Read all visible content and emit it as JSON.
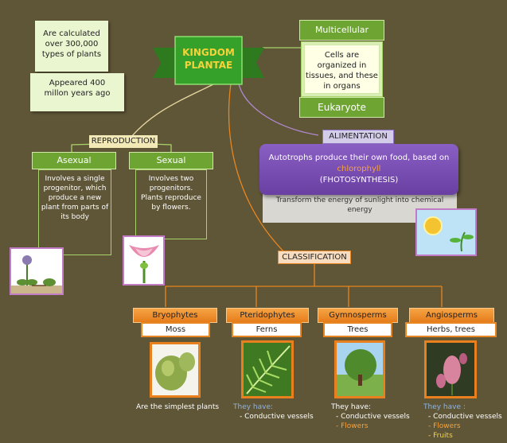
{
  "title": {
    "line1": "KINGDOM",
    "line2": "PLANTAE"
  },
  "notes": {
    "species": "Are calculated over 300,000 types of plants",
    "age": "Appeared 400 millon years ago"
  },
  "cells": {
    "multicellular": "Multicellular",
    "organization": "Cells are organized in tissues, and these in organs",
    "eukaryote": "Eukaryote"
  },
  "reproduction": {
    "label": "REPRODUCTION",
    "asexual": {
      "title": "Asexual",
      "text": "Involves a single progenitor, which produce a new plant from parts of its body"
    },
    "sexual": {
      "title": "Sexual",
      "text": "Involves two progenitors. Plants reproduce by flowers."
    }
  },
  "alimentation": {
    "label": "ALIMENTATION",
    "main_text": "Autotrophs produce their own food, based on",
    "highlight": "chlorophyll",
    "photosynthesis": "(FHOTOSYNTHESIS)",
    "sub_text": "Transform the energy of sunlight into chemical energy"
  },
  "classification": {
    "label": "CLASSIFICATION",
    "groups": [
      {
        "name": "Bryophytes",
        "example": "Moss",
        "desc": "Are the simplest plants",
        "have": "",
        "items": []
      },
      {
        "name": "Pteridophytes",
        "example": "Ferns",
        "desc": "",
        "have": "They have:",
        "items": [
          "- Conductive vessels"
        ]
      },
      {
        "name": "Gymnosperms",
        "example": "Trees",
        "desc": "",
        "have": "They have:",
        "items": [
          "- Conductive vessels",
          "- Flowers"
        ]
      },
      {
        "name": "Angiosperms",
        "example": "Herbs, trees",
        "desc": "",
        "have": "They have :",
        "items": [
          "- Conductive vessels",
          "- Flowers",
          "- Fruits"
        ]
      }
    ]
  },
  "colors": {
    "background": "#5f5537",
    "green": "#6ea532",
    "orange": "#e8861f",
    "purple": "#7a4fb0",
    "highlight": "#f7a23a",
    "have_text": "#8fb4e0"
  }
}
